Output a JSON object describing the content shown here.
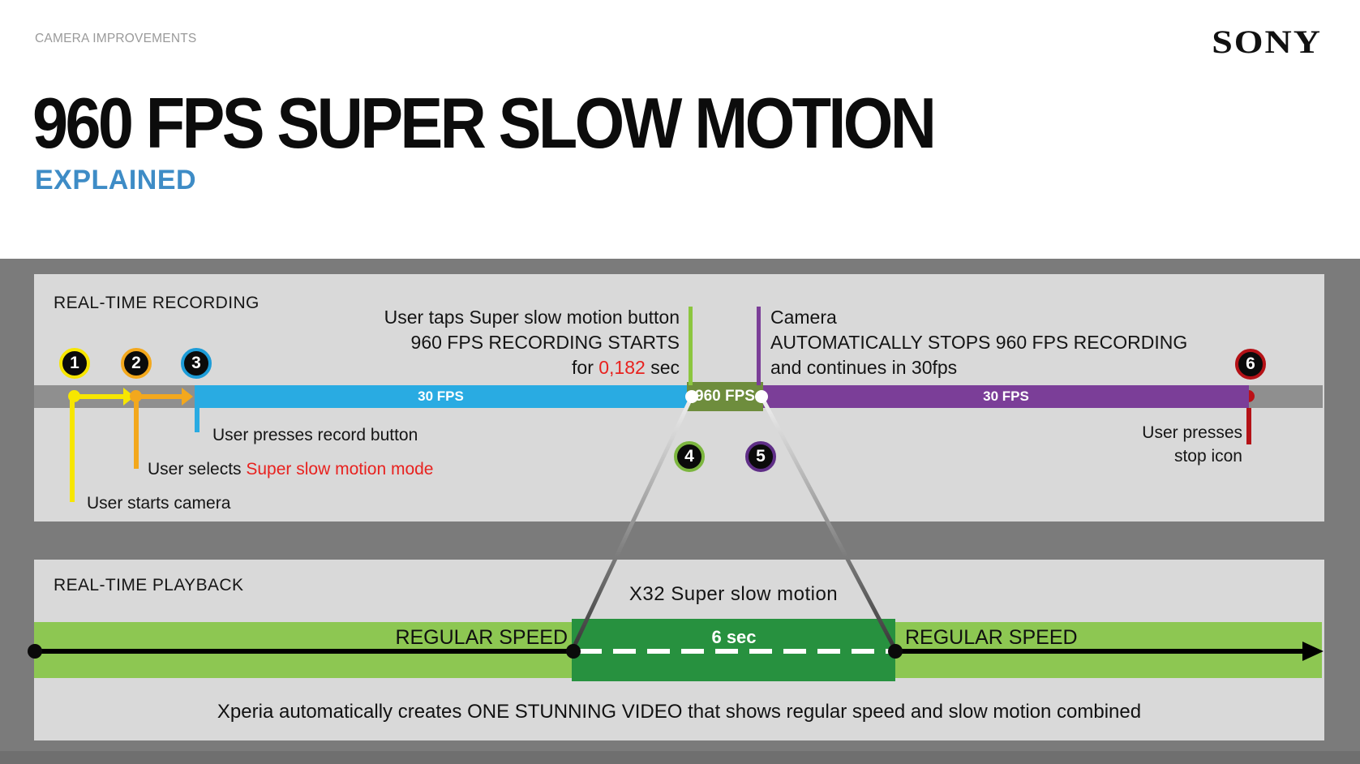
{
  "header": {
    "eyebrow": "CAMERA IMPROVEMENTS",
    "brand": "SONY",
    "title": "960 FPS SUPER SLOW MOTION",
    "subtitle": "EXPLAINED"
  },
  "recording": {
    "section_label": "REAL-TIME RECORDING",
    "tap_note": {
      "line1": "User taps Super slow motion button",
      "line2": "960 FPS RECORDING STARTS",
      "line3_prefix": "for ",
      "line3_value": "0,182",
      "line3_suffix": " sec"
    },
    "auto_stop_note": {
      "line1": "Camera",
      "line2": "AUTOMATICALLY STOPS 960 FPS RECORDING",
      "line3": "and continues in 30fps"
    },
    "segments": {
      "fps30_left": "30 FPS",
      "fps960": "960 FPS",
      "fps30_right": "30 FPS"
    },
    "steps": [
      {
        "n": "1",
        "label": "User starts camera"
      },
      {
        "n": "2",
        "label_prefix": "User selects ",
        "label_highlight": "Super slow motion mode"
      },
      {
        "n": "3",
        "label": "User presses record button"
      },
      {
        "n": "4"
      },
      {
        "n": "5"
      },
      {
        "n": "6",
        "label_line1": "User presses",
        "label_line2": "stop icon"
      }
    ]
  },
  "playback": {
    "section_label": "REAL-TIME PLAYBACK",
    "slow_motion_label": "X32 Super slow motion",
    "regular_speed_left": "REGULAR SPEED",
    "slow_duration": "6 sec",
    "regular_speed_right": "REGULAR SPEED",
    "summary": "Xperia automatically creates ONE STUNNING VIDEO that shows regular speed and slow motion combined"
  },
  "colors": {
    "cyan": "#29abe2",
    "purple": "#7b3e98",
    "olive_green": "#6e8d3d",
    "light_green": "#8dc752",
    "dark_green": "#27913f",
    "yellow": "#f7e600",
    "orange": "#f3a81d",
    "red": "#bb1117",
    "subtitle_blue": "#3e8cc6"
  }
}
